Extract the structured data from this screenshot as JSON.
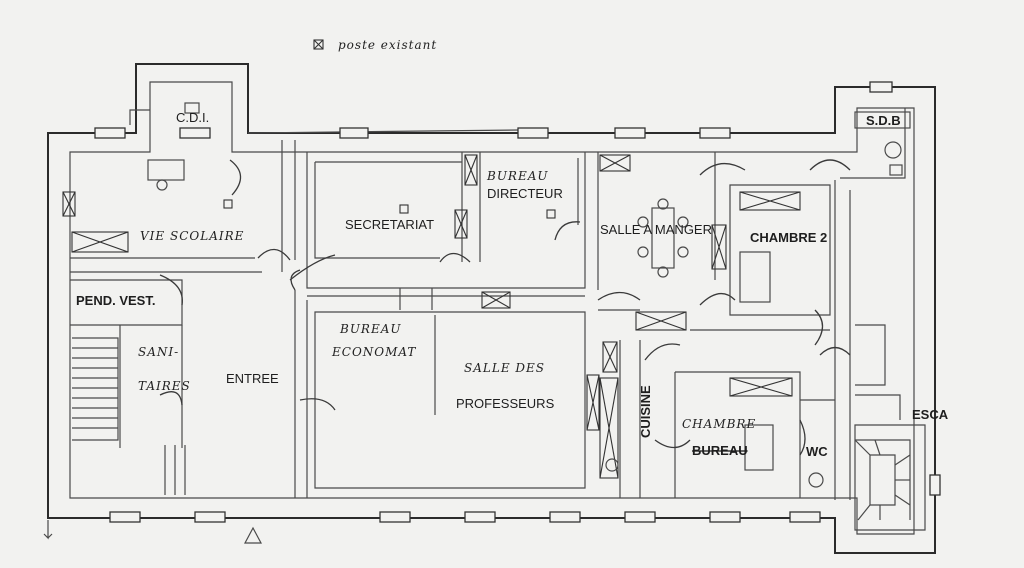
{
  "legend": {
    "text": "poste existant"
  },
  "rooms": {
    "cdi": "C.D.I.",
    "sdb": "S.D.B",
    "vie_scolaire": "VIE SCOLAIRE",
    "secretariat": "SECRETARIAT",
    "bureau_directeur_1": "BUREAU",
    "bureau_directeur_2": "DIRECTEUR",
    "salle_a_manger": "SALLE A MANGER",
    "chambre2": "CHAMBRE 2",
    "pend_vest": "PEND. VEST.",
    "sanitaires_1": "SANI-",
    "sanitaires_2": "TAIRES",
    "entree": "ENTREE",
    "bureau_economat_1": "BUREAU",
    "bureau_economat_2": "ECONOMAT",
    "salle_profs_1": "SALLE DES",
    "salle_profs_2": "PROFESSEURS",
    "cuisine": "CUISINE",
    "chambre": "CHAMBRE",
    "bureau": "BUREAU",
    "wc": "WC",
    "escalier": "ESCA"
  }
}
